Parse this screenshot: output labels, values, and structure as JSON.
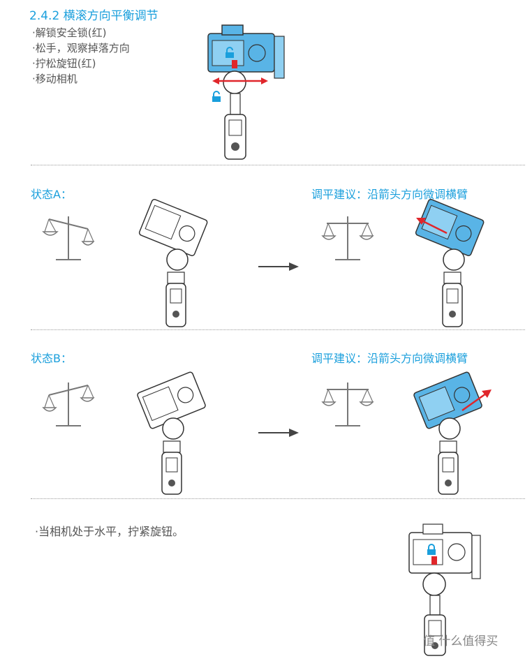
{
  "section": {
    "title": "2.4.2 横滚方向平衡调节",
    "steps": [
      "·解锁安全锁(红)",
      "·松手，观察掉落方向",
      "·拧松旋钮(红)",
      "·移动相机"
    ]
  },
  "states": [
    {
      "label": "状态A：",
      "advice": "调平建议：沿箭头方向微调横臂"
    },
    {
      "label": "状态B：",
      "advice": "调平建议：沿箭头方向微调横臂"
    }
  ],
  "final_note": "·当相机处于水平，拧紧旋钮。",
  "watermark": "值 什么值得买",
  "icons": [
    "unlock-icon",
    "lock-icon",
    "balance-scale-icon",
    "right-arrow-icon",
    "gimbal-camera-illustration"
  ],
  "colors": {
    "accent": "#1a9fdc",
    "lock_red": "#e0262b",
    "camera_fill": "#59b4e6",
    "separator": "#9a9a9a"
  }
}
